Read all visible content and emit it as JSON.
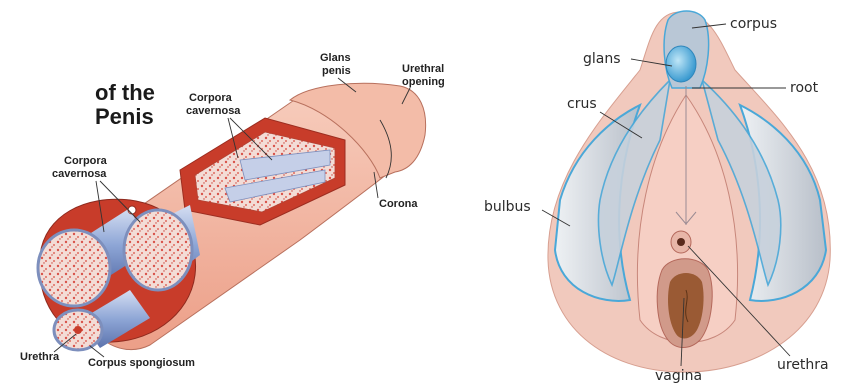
{
  "left_diagram": {
    "title_lines": [
      "of the",
      "Penis"
    ],
    "labels": {
      "glans_penis_line1": "Glans",
      "glans_penis_line2": "penis",
      "urethral_opening_line1": "Urethral",
      "urethral_opening_line2": "opening",
      "corpora_top_line1": "Corpora",
      "corpora_top_line2": "cavernosa",
      "corpora_left_line1": "Corpora",
      "corpora_left_line2": "cavernosa",
      "corona": "Corona",
      "urethra": "Urethra",
      "corpus_spongiosum": "Corpus spongiosum"
    }
  },
  "right_diagram": {
    "labels": {
      "corpus": "corpus",
      "glans": "glans",
      "root": "root",
      "crus": "crus",
      "bulbus": "bulbus",
      "vagina": "vagina",
      "urethra": "urethra"
    }
  },
  "colors": {
    "skin": "#f2b9a6",
    "skin_dark": "#e49780",
    "tissue_red": "#c83c2a",
    "spongy": "#f0d6d0",
    "tube_blue": "#8ea6d6",
    "clitoris_blue": "#4aa8d8",
    "clitoris_gray": "#c9ced6"
  }
}
